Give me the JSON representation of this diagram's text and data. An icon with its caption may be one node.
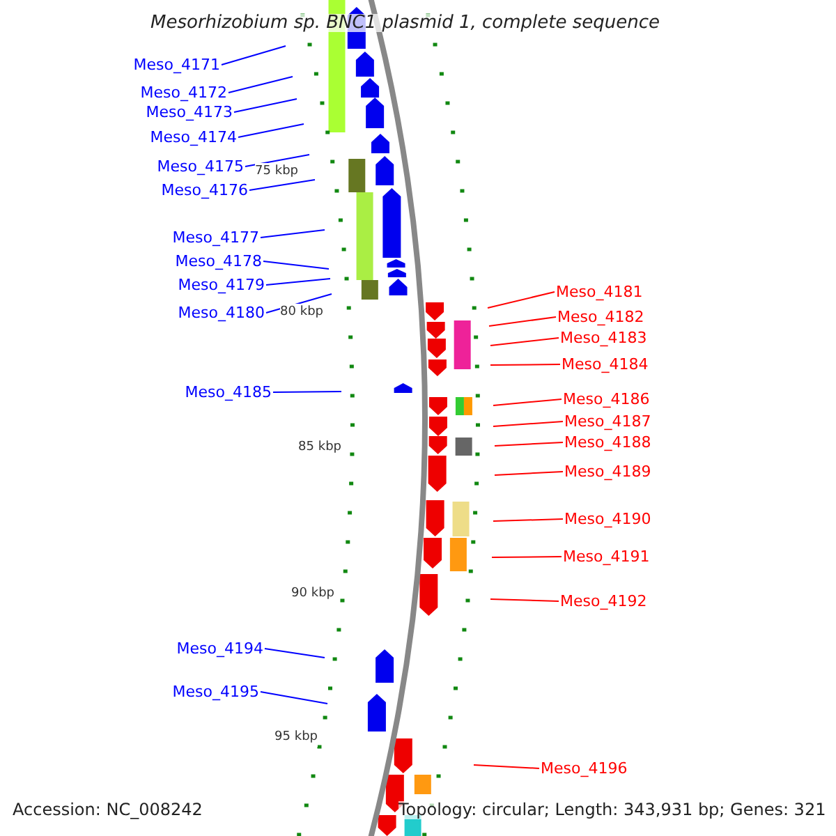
{
  "diagram": {
    "title": "Mesorhizobium sp. BNC1 plasmid 1, complete sequence",
    "nodes": [
      {
        "text": [
          "Meso_4171"
        ]
      },
      {
        "text": [
          "Meso_4172"
        ]
      },
      {
        "text": [
          "Meso_4173"
        ]
      },
      {
        "text": [
          "Meso_4174"
        ]
      },
      {
        "text": [
          "Meso_4175"
        ]
      },
      {
        "text": [
          "Meso_4176"
        ]
      },
      {
        "text": [
          "Meso_4177"
        ]
      },
      {
        "text": [
          "Meso_4178"
        ]
      },
      {
        "text": [
          "Meso_4179"
        ]
      },
      {
        "text": [
          "Meso_4181"
        ]
      },
      {
        "text": [
          "Meso_4180"
        ]
      },
      {
        "text": [
          "Meso_4182"
        ]
      },
      {
        "text": [
          "Meso_4183"
        ]
      },
      {
        "text": [
          "Meso_4184"
        ]
      },
      {
        "text": [
          "Meso_4185"
        ]
      },
      {
        "text": [
          "Meso_4186"
        ]
      },
      {
        "text": [
          "Meso_4187"
        ]
      },
      {
        "text": [
          "Meso_4188"
        ]
      },
      {
        "text": [
          "Meso_4189"
        ]
      },
      {
        "text": [
          "Meso_4190"
        ]
      },
      {
        "text": [
          "Meso_4191"
        ]
      },
      {
        "text": [
          "Meso_4192"
        ]
      },
      {
        "text": [
          "Meso_4194"
        ]
      },
      {
        "text": [
          "Meso_4195"
        ]
      },
      {
        "text": [
          "Meso_4196"
        ]
      }
    ],
    "edges": [
      {
        "from": 0,
        "to": null,
        "arrow": "none"
      },
      {
        "from": 1,
        "to": null,
        "arrow": "none"
      },
      {
        "from": 2,
        "to": null,
        "arrow": "none"
      },
      {
        "from": 3,
        "to": null,
        "arrow": "none"
      },
      {
        "from": 4,
        "to": null,
        "arrow": "none"
      },
      {
        "from": 5,
        "to": null,
        "arrow": "none"
      },
      {
        "from": 6,
        "to": null,
        "arrow": "none"
      },
      {
        "from": 7,
        "to": null,
        "arrow": "none"
      },
      {
        "from": 8,
        "to": null,
        "arrow": "none"
      },
      {
        "from": 9,
        "to": null,
        "arrow": "none",
        "color": "#ff0000"
      },
      {
        "from": 10,
        "to": null,
        "arrow": "none"
      },
      {
        "from": 11,
        "to": null,
        "arrow": "none",
        "color": "#ff0000"
      },
      {
        "from": 12,
        "to": null,
        "arrow": "none",
        "color": "#ff0000"
      },
      {
        "from": 13,
        "to": null,
        "arrow": "none",
        "color": "#ff0000"
      },
      {
        "from": 14,
        "to": null,
        "arrow": "none"
      },
      {
        "from": 15,
        "to": null,
        "arrow": "none",
        "color": "#ff0000"
      },
      {
        "from": 16,
        "to": null,
        "arrow": "none",
        "color": "#ff0000"
      },
      {
        "from": 17,
        "to": null,
        "arrow": "none",
        "color": "#ff0000"
      },
      {
        "from": 18,
        "to": null,
        "arrow": "none",
        "color": "#ff0000"
      },
      {
        "from": 19,
        "to": null,
        "arrow": "none",
        "color": "#ff0000"
      },
      {
        "from": 20,
        "to": null,
        "arrow": "none",
        "color": "#ff0000"
      },
      {
        "from": 21,
        "to": null,
        "arrow": "none",
        "color": "#ff0000"
      },
      {
        "from": 22,
        "to": null,
        "arrow": "none"
      },
      {
        "from": 23,
        "to": null,
        "arrow": "none"
      },
      {
        "from": 24,
        "to": null,
        "arrow": "none",
        "color": "#ff0000"
      }
    ],
    "labels": [
      "75 kbp",
      "80 kbp",
      "85 kbp",
      "90 kbp",
      "95 kbp",
      "Accession: NC_008242",
      "Topology: circular; Length: 343,931 bp; Genes: 321"
    ]
  }
}
